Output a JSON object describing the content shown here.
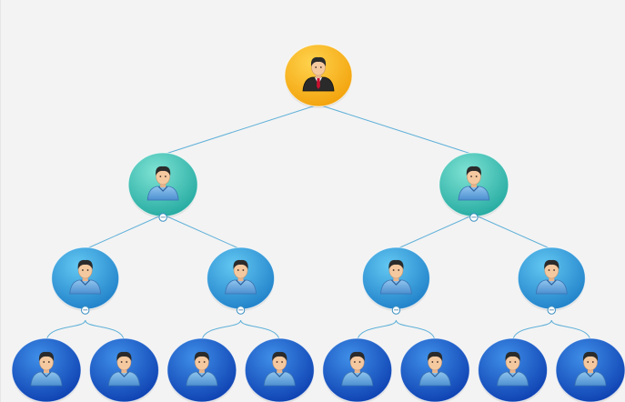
{
  "diagram": {
    "type": "org-chart",
    "theme": {
      "background": "#f3f3f3",
      "connector": "#5fb0d8",
      "toggle_fill": "#ffffff",
      "toggle_stroke": "#3a8fc0"
    },
    "levels": [
      {
        "level": 0,
        "fill_light": "#ffd34d",
        "fill_dark": "#f2a10a",
        "icon": "manager-avatar-icon"
      },
      {
        "level": 1,
        "fill_light": "#7fe3d4",
        "fill_dark": "#23a9a0",
        "icon": "person-avatar-icon"
      },
      {
        "level": 2,
        "fill_light": "#63c8f2",
        "fill_dark": "#1f7fc8",
        "icon": "person-avatar-icon"
      },
      {
        "level": 3,
        "fill_light": "#3f8fe8",
        "fill_dark": "#0d3fb0",
        "icon": "person-avatar-icon"
      }
    ],
    "nodes": [
      {
        "id": "n0",
        "parent": null,
        "level": 0,
        "collapse_toggle": false
      },
      {
        "id": "n1",
        "parent": "n0",
        "level": 1,
        "collapse_toggle": true,
        "toggle_symbol": "−"
      },
      {
        "id": "n2",
        "parent": "n0",
        "level": 1,
        "collapse_toggle": true,
        "toggle_symbol": "−"
      },
      {
        "id": "n3",
        "parent": "n1",
        "level": 2,
        "collapse_toggle": true,
        "toggle_symbol": "−"
      },
      {
        "id": "n4",
        "parent": "n1",
        "level": 2,
        "collapse_toggle": true,
        "toggle_symbol": "−"
      },
      {
        "id": "n5",
        "parent": "n2",
        "level": 2,
        "collapse_toggle": true,
        "toggle_symbol": "−"
      },
      {
        "id": "n6",
        "parent": "n2",
        "level": 2,
        "collapse_toggle": true,
        "toggle_symbol": "−"
      },
      {
        "id": "n7",
        "parent": "n3",
        "level": 3,
        "collapse_toggle": false
      },
      {
        "id": "n8",
        "parent": "n3",
        "level": 3,
        "collapse_toggle": false
      },
      {
        "id": "n9",
        "parent": "n4",
        "level": 3,
        "collapse_toggle": false
      },
      {
        "id": "n10",
        "parent": "n4",
        "level": 3,
        "collapse_toggle": false
      },
      {
        "id": "n11",
        "parent": "n5",
        "level": 3,
        "collapse_toggle": false
      },
      {
        "id": "n12",
        "parent": "n5",
        "level": 3,
        "collapse_toggle": false
      },
      {
        "id": "n13",
        "parent": "n6",
        "level": 3,
        "collapse_toggle": false
      },
      {
        "id": "n14",
        "parent": "n6",
        "level": 3,
        "collapse_toggle": false
      }
    ]
  }
}
